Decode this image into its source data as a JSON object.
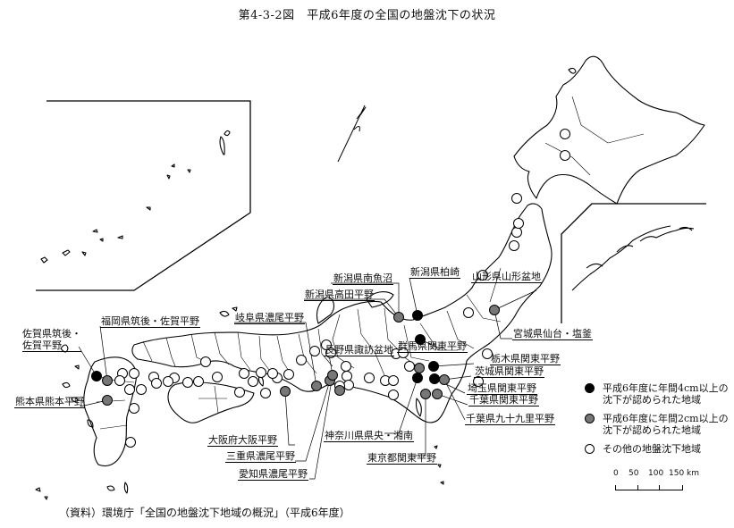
{
  "title": "第4-3-2図　平成6年度の全国の地盤沈下の状況",
  "source": "（資料）環境庁「全国の地盤沈下地域の概況」（平成6年度）",
  "colors": {
    "cat_4cm": "#000000",
    "cat_2cm": "#777777",
    "cat_other": "#ffffff"
  },
  "legend": {
    "cat_4cm": "平成6年度に年間4cm以上の沈下が認められた地域",
    "cat_4cm_line1": "平成6年度に年間4cm以上の",
    "cat_4cm_line2": "沈下が認められた地域",
    "cat_2cm_line1": "平成6年度に年間2cm以上の",
    "cat_2cm_line2": "沈下が認められた地域",
    "cat_other": "その他の地盤沈下地域"
  },
  "scale": {
    "ticks": [
      "0",
      "50",
      "100",
      "150",
      "km"
    ]
  },
  "labels": {
    "saga_chikugo_line1": "佐賀県筑後・",
    "saga_chikugo_line2": "佐賀平野",
    "fukuoka": "福岡県筑後・佐賀平野",
    "kumamoto": "熊本県熊本平野",
    "gifu": "岐阜県濃尾平野",
    "osaka": "大阪府大阪平野",
    "mie": "三重県濃尾平野",
    "aichi": "愛知県濃尾平野",
    "niigata_minamiuonuma": "新潟県南魚沼",
    "niigata_takada": "新潟県高田平野",
    "niigata_kashiwazaki": "新潟県柏崎",
    "yamagata": "山形県山形盆地",
    "nagano": "長野県諏訪盆地",
    "gunma": "群馬県関東平野",
    "miyagi": "宮城県仙台・塩釜",
    "tochigi": "栃木県関東平野",
    "ibaraki": "茨城県関東平野",
    "saitama": "埼玉県関東平野",
    "chiba_kanto": "千葉県関東平野",
    "chiba_kujukuri": "千葉県九十九里平野",
    "kanagawa": "神奈川県県央・湘南",
    "tokyo": "東京都関東平野"
  },
  "sites": {
    "black": [
      [
        108,
        421
      ],
      [
        467,
        353
      ],
      [
        470,
        380
      ],
      [
        485,
        410
      ],
      [
        467,
        423
      ],
      [
        486,
        424
      ]
    ],
    "gray": [
      [
        120,
        426
      ],
      [
        120,
        448
      ],
      [
        319,
        438
      ],
      [
        354,
        432
      ],
      [
        369,
        426
      ],
      [
        372,
        420
      ],
      [
        380,
        437
      ],
      [
        446,
        355
      ],
      [
        469,
        412
      ],
      [
        476,
        441
      ],
      [
        489,
        441
      ],
      [
        497,
        425
      ],
      [
        553,
        347
      ]
    ],
    "white": [
      [
        632,
        150
      ],
      [
        632,
        174
      ],
      [
        578,
        222
      ],
      [
        578,
        260
      ],
      [
        580,
        250
      ],
      [
        575,
        275
      ],
      [
        540,
        308
      ],
      [
        524,
        350
      ],
      [
        545,
        396
      ],
      [
        535,
        427
      ],
      [
        443,
        396
      ],
      [
        451,
        395
      ],
      [
        458,
        410
      ],
      [
        431,
        426
      ],
      [
        440,
        426
      ],
      [
        440,
        442
      ],
      [
        413,
        423
      ],
      [
        387,
        410
      ],
      [
        388,
        421
      ],
      [
        390,
        431
      ],
      [
        380,
        432
      ],
      [
        370,
        395
      ],
      [
        365,
        386
      ],
      [
        352,
        393
      ],
      [
        337,
        403
      ],
      [
        323,
        419
      ],
      [
        310,
        423
      ],
      [
        305,
        418
      ],
      [
        292,
        417
      ],
      [
        283,
        427
      ],
      [
        297,
        440
      ],
      [
        268,
        439
      ],
      [
        273,
        418
      ],
      [
        243,
        422
      ],
      [
        230,
        405
      ],
      [
        222,
        427
      ],
      [
        195,
        423
      ],
      [
        188,
        427
      ],
      [
        210,
        428
      ],
      [
        150,
        418
      ],
      [
        158,
        436
      ],
      [
        145,
        436
      ],
      [
        137,
        418
      ],
      [
        172,
        422
      ],
      [
        175,
        429
      ],
      [
        134,
        426
      ],
      [
        150,
        457
      ],
      [
        146,
        495
      ]
    ]
  }
}
